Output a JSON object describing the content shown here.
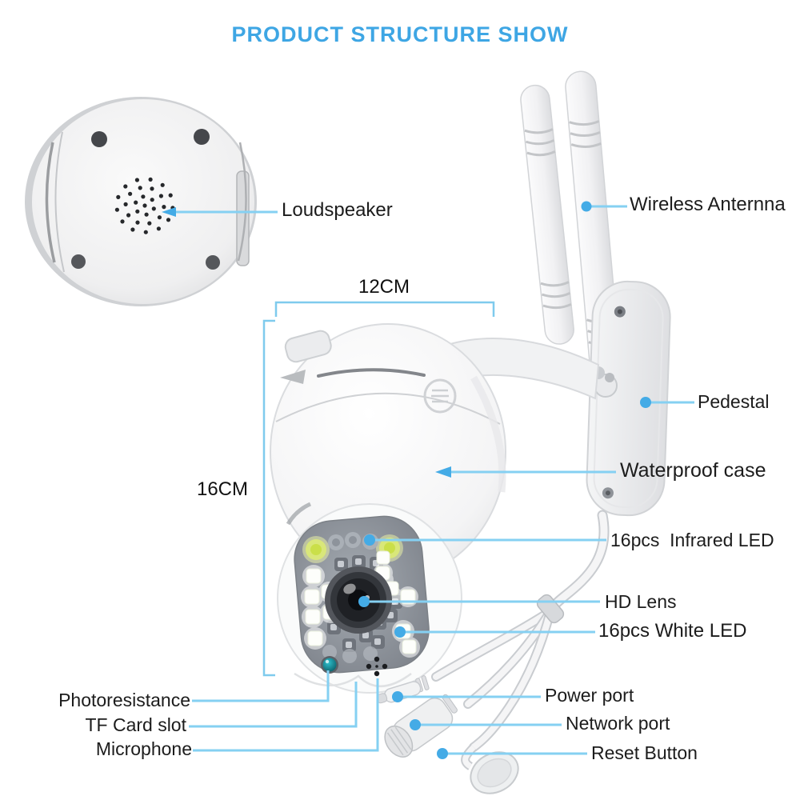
{
  "title": "PRODUCT STRUCTURE SHOW",
  "colors": {
    "title_blue": "#3ea6e4",
    "leader_line": "#85d0f2",
    "leader_dot": "#44abe6",
    "dimension_line": "#7fcbed",
    "label_text": "#1c1c1c"
  },
  "dimensions": {
    "width_label": "12CM",
    "height_label": "16CM"
  },
  "labels": {
    "loudspeaker": "Loudspeaker",
    "wireless_antenna": "Wireless Anternna",
    "pedestal": "Pedestal",
    "waterproof_case": "Waterproof case",
    "infrared_led": "16pcs  Infrared LED",
    "hd_lens": "HD Lens",
    "white_led": "16pcs White LED",
    "power_port": "Power port",
    "network_port": "Network port",
    "reset_button": "Reset Button",
    "photoresistance": "Photoresistance",
    "tf_card_slot": "TF Card slot",
    "microphone": "Microphone"
  }
}
